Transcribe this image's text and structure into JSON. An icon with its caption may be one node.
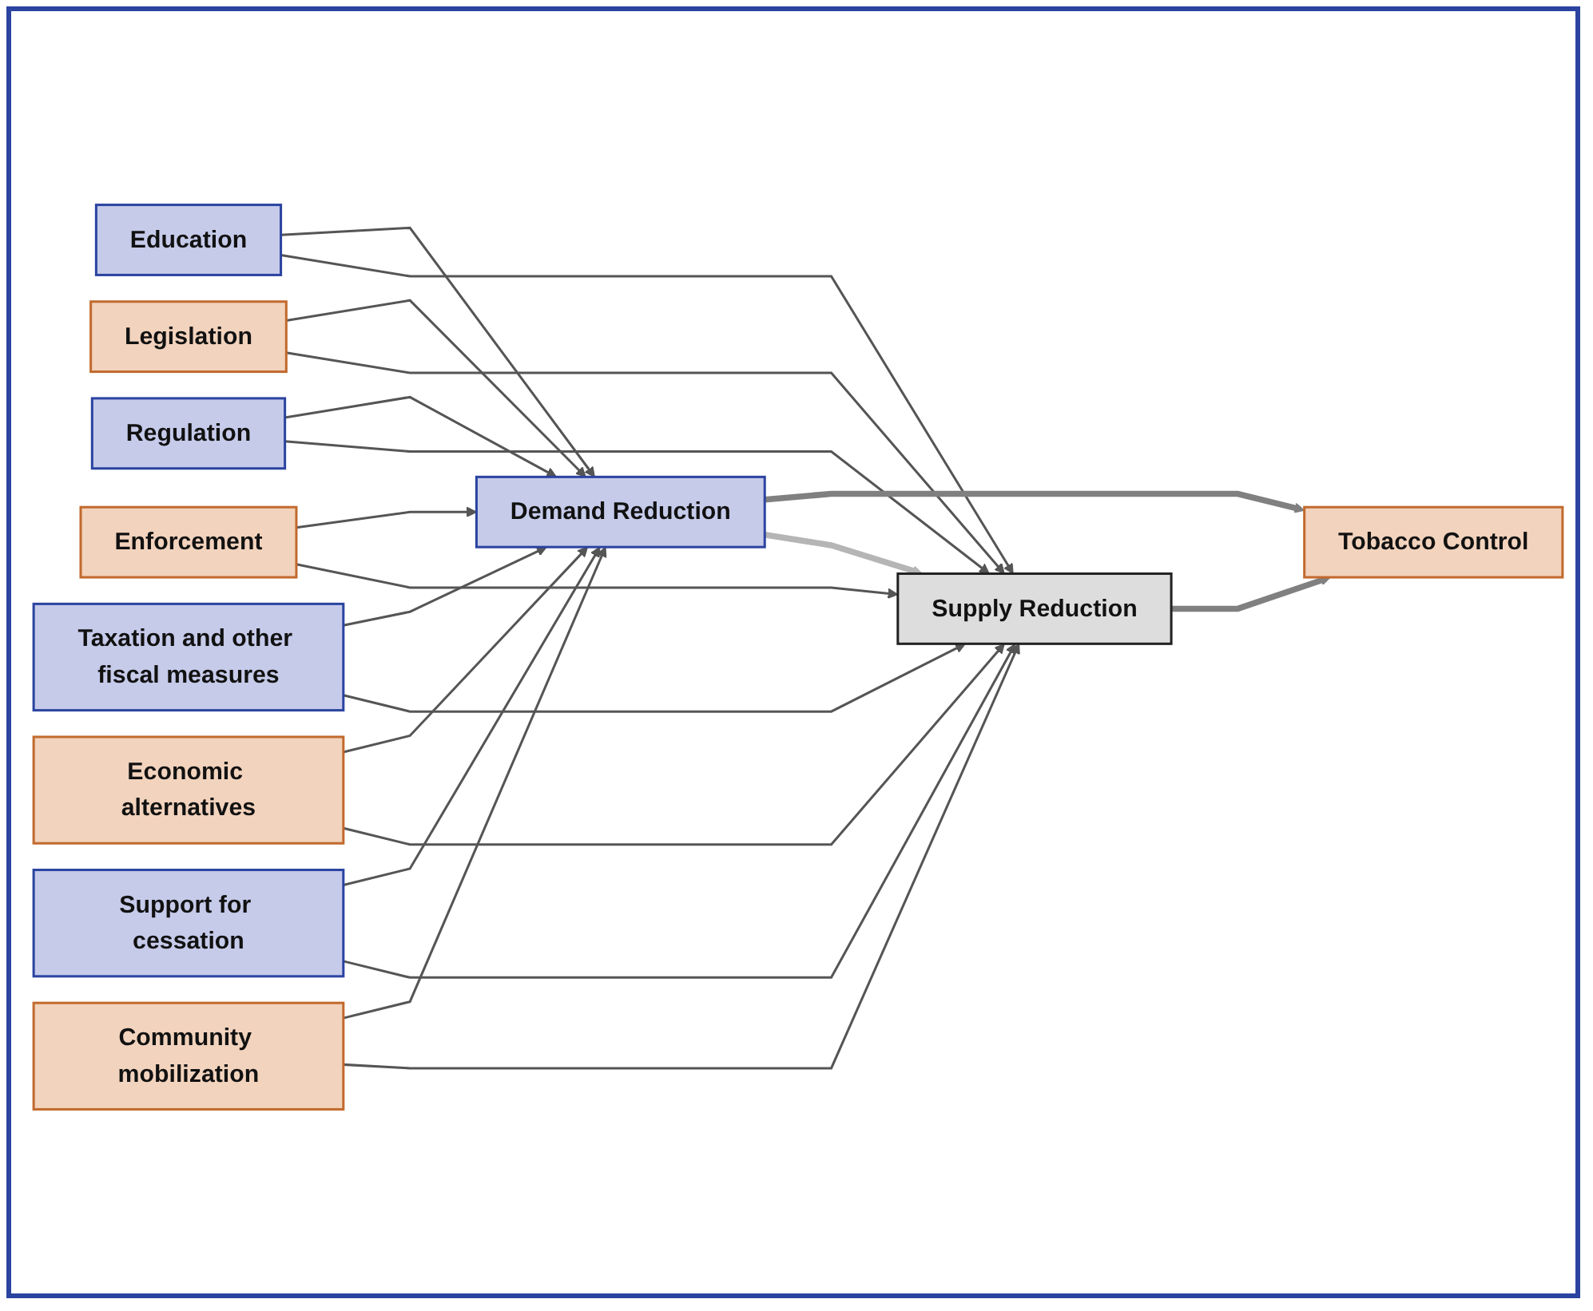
{
  "diagram": {
    "nodes": [
      {
        "text": [
          "Education"
        ]
      },
      {
        "text": [
          "Legislation"
        ]
      },
      {
        "text": [
          "Regulation"
        ]
      },
      {
        "text": [
          "Enforcement"
        ]
      },
      {
        "text": [
          "Taxation and other fiscal measures"
        ]
      },
      {
        "text": [
          "Economic alternatives"
        ]
      },
      {
        "text": [
          "Support for cessation"
        ]
      },
      {
        "text": [
          "Community mobilization"
        ]
      },
      {
        "text": [
          "Demand Reduction"
        ]
      },
      {
        "text": [
          "Tobacco Control"
        ]
      },
      {
        "text": [
          "Supply Reduction"
        ]
      }
    ],
    "edges": [
      {
        "from": 0,
        "to": 8,
        "arrow": "to"
      },
      {
        "from": 1,
        "to": 8,
        "arrow": "to"
      },
      {
        "from": 2,
        "to": 8,
        "arrow": "to"
      },
      {
        "from": 3,
        "to": 8,
        "arrow": "to"
      },
      {
        "from": 4,
        "to": 8,
        "arrow": "to"
      },
      {
        "from": 5,
        "to": 8,
        "arrow": "to"
      },
      {
        "from": 6,
        "to": 8,
        "arrow": "to"
      },
      {
        "from": 7,
        "to": 8,
        "arrow": "to"
      },
      {
        "from": 0,
        "to": 10,
        "arrow": "to"
      },
      {
        "from": 1,
        "to": 10,
        "arrow": "to"
      },
      {
        "from": 2,
        "to": 10,
        "arrow": "to"
      },
      {
        "from": 3,
        "to": 10,
        "arrow": "to"
      },
      {
        "from": 4,
        "to": 10,
        "arrow": "to"
      },
      {
        "from": 5,
        "to": 10,
        "arrow": "to"
      },
      {
        "from": 6,
        "to": 10,
        "arrow": "to"
      },
      {
        "from": 7,
        "to": 10,
        "arrow": "to"
      },
      {
        "from": 8,
        "to": 9,
        "arrow": "to",
        "style": "thick"
      },
      {
        "from": 10,
        "to": 9,
        "arrow": "to",
        "style": "thick"
      },
      {
        "from": 8,
        "to": 10,
        "arrow": "to",
        "style": "thick",
        "color": "#b5b5b5"
      }
    ]
  }
}
